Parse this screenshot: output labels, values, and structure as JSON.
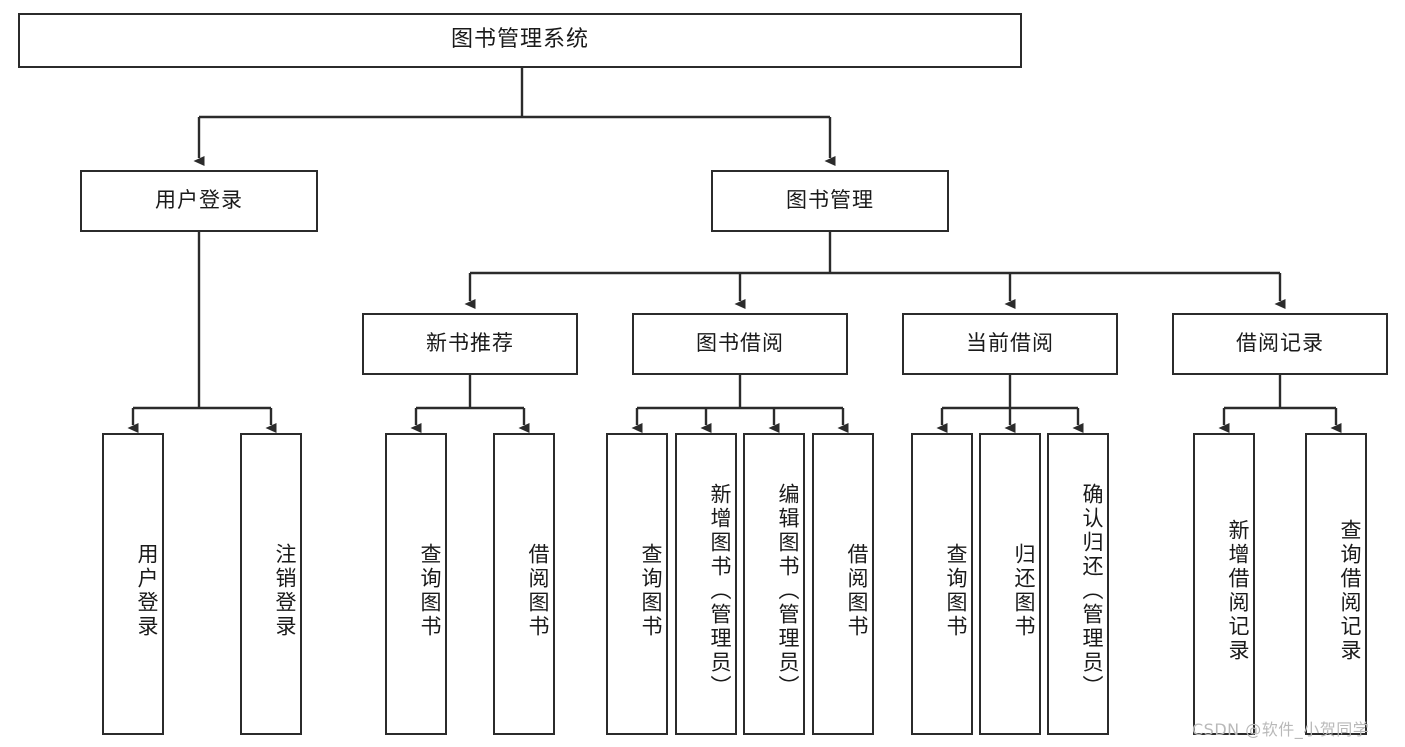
{
  "diagram": {
    "type": "tree",
    "title": "图书管理系统",
    "orientation": "top-down",
    "line_color": "#2b2b2b",
    "box_fill": "#ffffff",
    "text_color": "#1a1a1a"
  },
  "watermark": {
    "text": "CSDN @软件_小贺同学",
    "color": "#b9b9b9"
  },
  "nodes": {
    "root": {
      "label": "图书管理系统"
    },
    "level2": [
      {
        "label": "用户登录"
      },
      {
        "label": "图书管理"
      }
    ],
    "level3": [
      {
        "label": "新书推荐"
      },
      {
        "label": "图书借阅"
      },
      {
        "label": "当前借阅"
      },
      {
        "label": "借阅记录"
      }
    ],
    "leaves": {
      "user_login": [
        {
          "label": "用户登录"
        },
        {
          "label": "注销登录"
        }
      ],
      "new_book": [
        {
          "label": "查询图书"
        },
        {
          "label": "借阅图书"
        }
      ],
      "book_borrow": [
        {
          "label": "查询图书"
        },
        {
          "label": "新增图书（管理员）"
        },
        {
          "label": "编辑图书（管理员）"
        },
        {
          "label": "借阅图书"
        }
      ],
      "current_borrow": [
        {
          "label": "查询图书"
        },
        {
          "label": "归还图书"
        },
        {
          "label": "确认归还（管理员）"
        }
      ],
      "borrow_record": [
        {
          "label": "新增借阅记录"
        },
        {
          "label": "查询借阅记录"
        }
      ]
    }
  }
}
